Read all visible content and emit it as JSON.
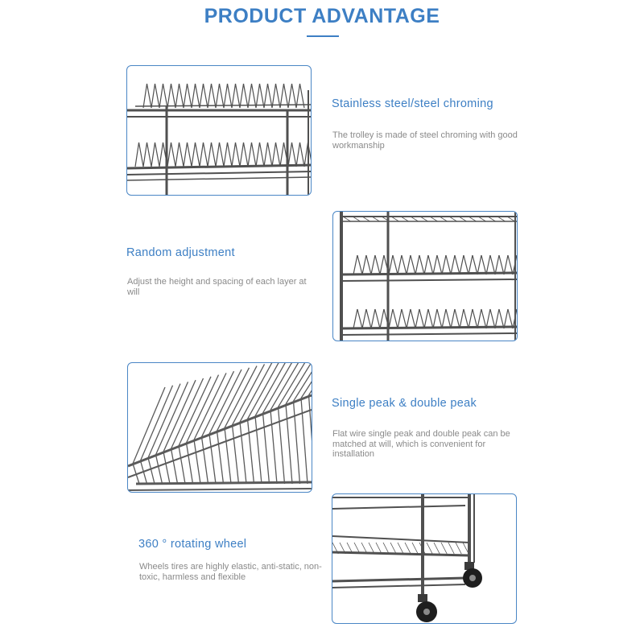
{
  "page_title": "PRODUCT ADVANTAGE",
  "colors": {
    "accent": "#3d7fc4",
    "text_muted": "#8a8a8a",
    "frame": "#4a86c5",
    "steel": "#4a4a4a"
  },
  "features": [
    {
      "title": "Stainless steel/steel chroming",
      "description": "The trolley is made of steel chroming with good workmanship",
      "image": "dish-rack-two-tiers-photo"
    },
    {
      "title": "Random adjustment",
      "description": "Adjust the height and spacing of each layer at will",
      "image": "dish-rack-shelves-photo"
    },
    {
      "title": "Single peak & double peak",
      "description": "Flat wire single peak and double peak can be matched at will, which is convenient for installation",
      "image": "wire-peak-closeup-photo"
    },
    {
      "title": "360 ° rotating wheel",
      "description": "Wheels tires are highly elastic, anti-static, non-toxic, harmless and flexible",
      "image": "caster-wheel-photo"
    }
  ]
}
